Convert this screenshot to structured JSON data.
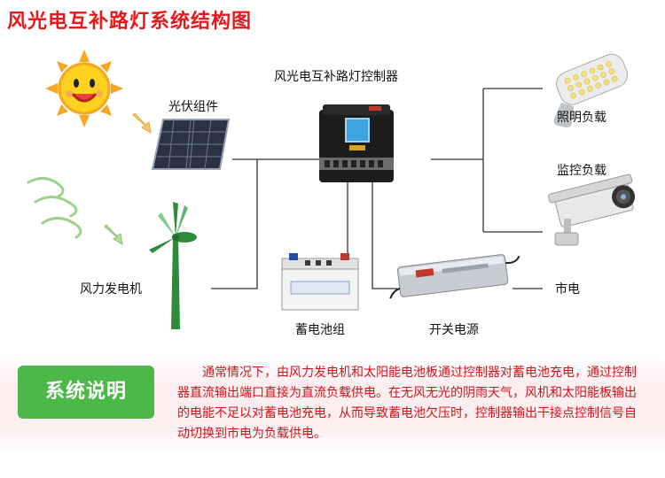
{
  "title": "风光电互补路灯系统结构图",
  "nodes": {
    "controller": "风光电互补路灯控制器",
    "pv": "光伏组件",
    "wind": "风力发电机",
    "battery": "蓄电池组",
    "psu": "开关电源",
    "lighting": "照明负载",
    "monitor": "监控负载",
    "grid": "市电"
  },
  "description": {
    "badge": "系统说明",
    "text": "通常情况下，由风力发电机和太阳能电池板通过控制器对蓄电池充电，通过控制器直流输出端口直接为直流负载供电。在无风无光的阴雨天气，风机和太阳能板输出的电能不足以对蓄电池充电，从而导致蓄电池欠压时，控制器输出干接点控制信号自动切换到市电为负载供电。"
  },
  "colors": {
    "title": "#e8191c",
    "text_red": "#d1141b",
    "badge_green": "#4cb848",
    "line": "#333333"
  }
}
